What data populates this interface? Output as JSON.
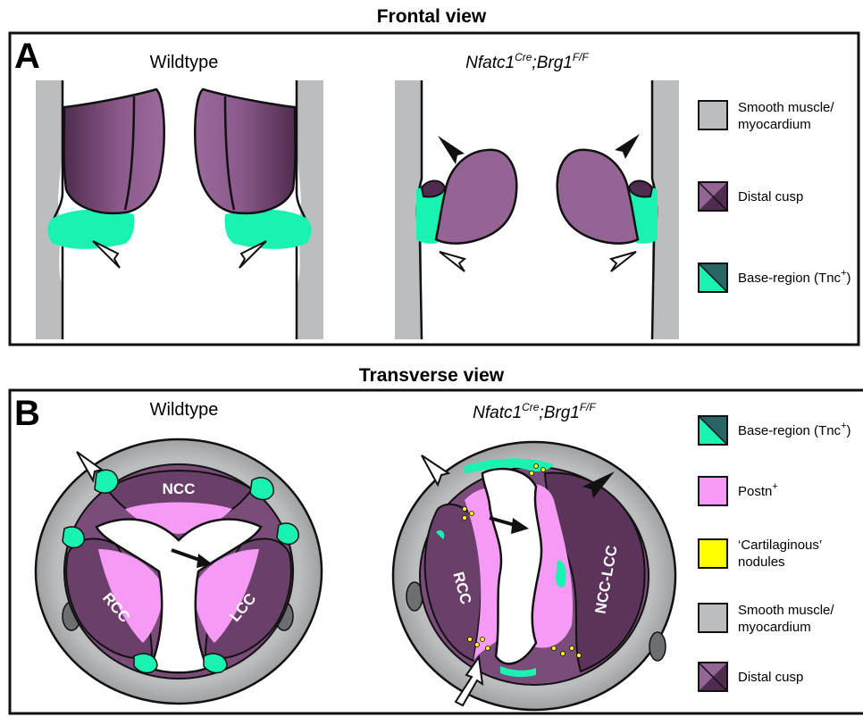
{
  "panel_a": {
    "section_title": "Frontal view",
    "letter": "A",
    "left_title": "Wildtype",
    "right_title": {
      "gene": "Nfatc1",
      "sup1": "Cre",
      "sep": ";",
      "gene2": "Brg1",
      "sup2": "F/F"
    },
    "legend": [
      {
        "label_lines": [
          "Smooth muscle/",
          "myocardium"
        ],
        "swatch": "grey"
      },
      {
        "label_lines": [
          "Distal cusp"
        ],
        "swatch": "purple"
      },
      {
        "label_lines": [
          "Base-region (Tnc",
          "+",
          ")"
        ],
        "swatch": "teal"
      }
    ]
  },
  "panel_b": {
    "section_title": "Transverse view",
    "letter": "B",
    "left_title": "Wildtype",
    "right_title": {
      "gene": "Nfatc1",
      "sup1": "Cre",
      "sep": ";",
      "gene2": "Brg1",
      "sup2": "F/F"
    },
    "wt_cusps": [
      "NCC",
      "RCC",
      "LCC"
    ],
    "mut_cusps": [
      "RCC",
      "NCC-LCC"
    ],
    "legend": [
      {
        "label_lines": [
          "Base-region (Tnc",
          "+",
          ")"
        ],
        "swatch": "teal"
      },
      {
        "label_lines": [
          "Postn",
          "+"
        ],
        "swatch": "pink"
      },
      {
        "label_lines": [
          "‘Cartilaginous’",
          "nodules"
        ],
        "swatch": "yellow"
      },
      {
        "label_lines": [
          "Smooth muscle/",
          "myocardium"
        ],
        "swatch": "grey"
      },
      {
        "label_lines": [
          "Distal cusp"
        ],
        "swatch": "purple"
      }
    ]
  },
  "colors": {
    "grey": "#bcbdbf",
    "grey_dark": "#8f9091",
    "purple": "#946494",
    "purple_dark": "#4f2c4f",
    "teal": "#19f2b0",
    "teal_dark": "#2a6466",
    "pink": "#f59af5",
    "pink_mid": "#cf7fcf",
    "yellow": "#ffff00",
    "outline": "#111111"
  }
}
